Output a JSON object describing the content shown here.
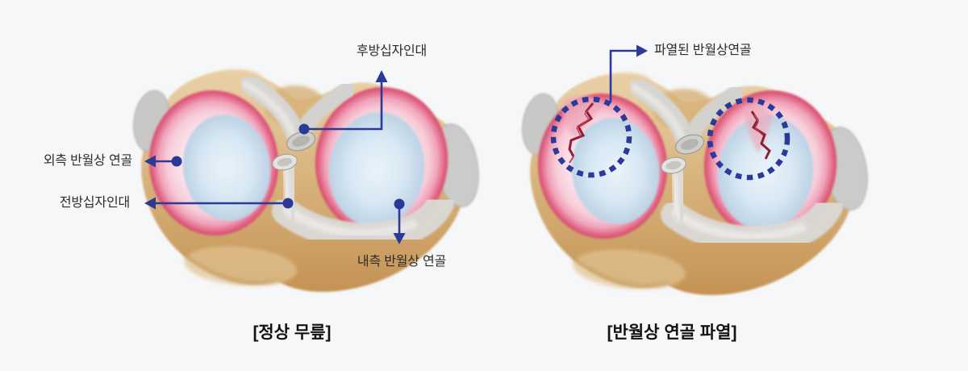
{
  "figure": {
    "type": "medical-anatomy-diagram",
    "subject": "knee meniscus top view: normal vs torn"
  },
  "colors": {
    "background": "#f6f7f9",
    "accent_blue": "#2b3999",
    "label_text": "#2c2c2c",
    "caption_text": "#121212",
    "tear_red": "#8e1f30",
    "meniscus_pink": "#e05878",
    "cartilage_blue": "#cfe2f2",
    "bone_tan": "#d4a96c",
    "ligament_gray": "#d8d7d4"
  },
  "left_panel": {
    "labels": {
      "pcl": "후방십자인대",
      "lateral_meniscus": "외측 반월상 연골",
      "acl": "전방십자인대",
      "medial_meniscus": "내측 반월상 연골"
    },
    "caption": "[정상 무릎]"
  },
  "right_panel": {
    "labels": {
      "torn_meniscus": "파열된 반월상연골"
    },
    "caption": "[반월상 연골 파열]"
  }
}
